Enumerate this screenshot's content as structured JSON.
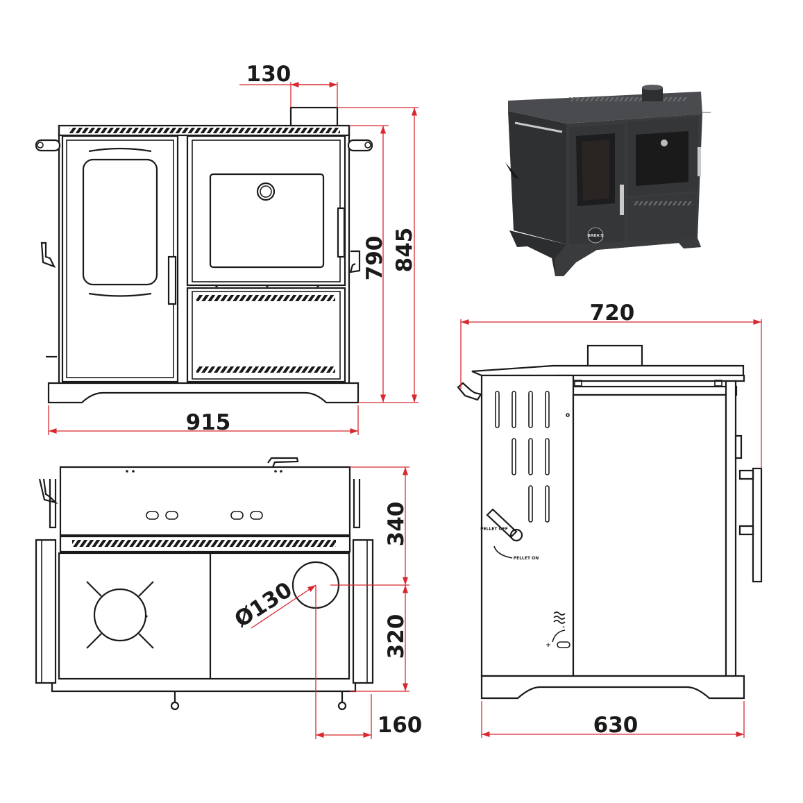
{
  "colors": {
    "dimension": "#d8282f",
    "outline": "#1a1a1a",
    "stove_body": "#3a3b3d"
  },
  "dimensions": {
    "front_flue_offset": "130",
    "front_height_body": "790",
    "front_height_total": "845",
    "front_width": "915",
    "side_width": "720",
    "side_depth": "630",
    "top_depth_back": "340",
    "top_depth_front": "320",
    "top_flue_offset": "160",
    "flue_diameter": "Ø130"
  },
  "side_labels": {
    "pellet_off": "PELLET OFF",
    "pellet_on": "PELLET ON",
    "plus": "+",
    "minus": "-"
  },
  "render_logo": "BABA'S"
}
